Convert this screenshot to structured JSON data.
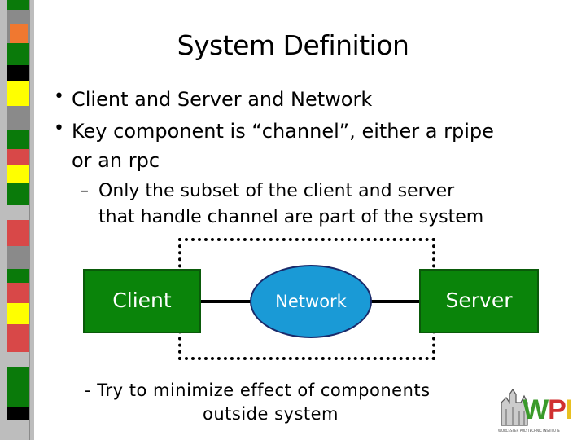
{
  "title": "System Definition",
  "bullets": [
    "Client and Server and Network",
    "Key component is “channel”, either a rpipe",
    "or an rpc"
  ],
  "sub_bullet": {
    "dash": "–",
    "line1": "Only the subset of the client and server",
    "line2": "that handle channel are part of the system"
  },
  "diagram": {
    "client": "Client",
    "network": "Network",
    "server": "Server"
  },
  "footer": {
    "line1": "- Try to minimize effect of components",
    "line2": "outside system"
  },
  "logo": {
    "text": "WPI",
    "subtitle": "WORCESTER POLYTECHNIC INSTITUTE"
  },
  "colors": {
    "box_green": "#0a840a",
    "network_blue": "#1a9ad6",
    "logo_green": "#3a9a2a",
    "logo_red": "#d03030",
    "logo_yellow": "#e8c020"
  }
}
